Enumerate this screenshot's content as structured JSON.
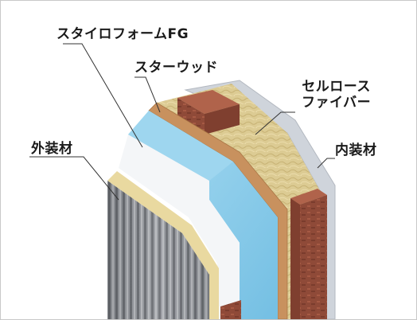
{
  "labels": {
    "styrofoam": "スタイロフォームFG",
    "star_wood": "スターウッド",
    "cellulose_line1": "セルロース",
    "cellulose_line2": "ファイバー",
    "interior": "内装材",
    "exterior": "外装材"
  },
  "colors": {
    "styrofoam_blue": "#8fd0ec",
    "cellulose_fiber": "#dccb93",
    "star_wood": "#c8915e",
    "brick_stud": "#8f4a38",
    "interior_board": "#cfd4db",
    "exterior_metal": "#8c8f94"
  }
}
